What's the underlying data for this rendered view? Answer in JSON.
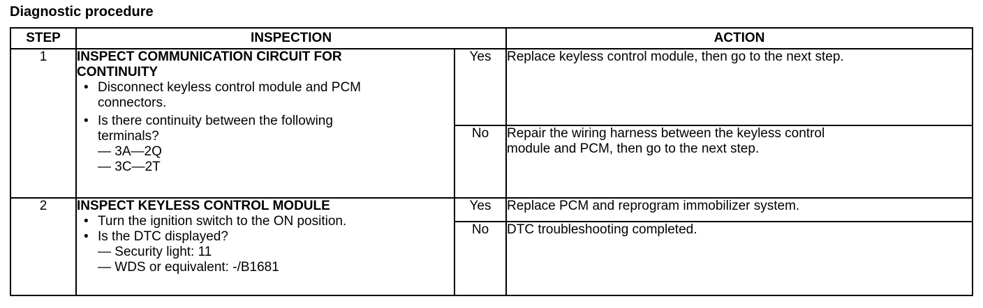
{
  "title": "Diagnostic procedure",
  "headers": {
    "step": "STEP",
    "inspection": "INSPECTION",
    "action": "ACTION"
  },
  "steps": [
    {
      "number": "1",
      "heading_line1": "INSPECT COMMUNICATION CIRCUIT FOR",
      "heading_line2": "CONTINUITY",
      "bullets": [
        {
          "line1": "Disconnect keyless control module and PCM",
          "line2": "connectors."
        },
        {
          "line1": "Is there continuity between the following",
          "line2": "terminals?"
        }
      ],
      "subitems": [
        "— 3A—2Q",
        "— 3C—2T"
      ],
      "yes_label": "Yes",
      "yes_action": "Replace keyless control module, then go to the next step.",
      "no_label": "No",
      "no_action_line1": "Repair the wiring harness between the keyless control",
      "no_action_line2": "module and PCM, then go to the next step."
    },
    {
      "number": "2",
      "heading": "INSPECT KEYLESS CONTROL MODULE",
      "bullets": [
        "Turn the ignition switch to the ON position.",
        "Is the DTC displayed?"
      ],
      "subitems": [
        "— Security light: 11",
        "— WDS or equivalent: -/B1681"
      ],
      "yes_label": "Yes",
      "yes_action": "Replace PCM and reprogram immobilizer system.",
      "no_label": "No",
      "no_action": "DTC troubleshooting completed."
    }
  ],
  "bullet_glyph": "•"
}
